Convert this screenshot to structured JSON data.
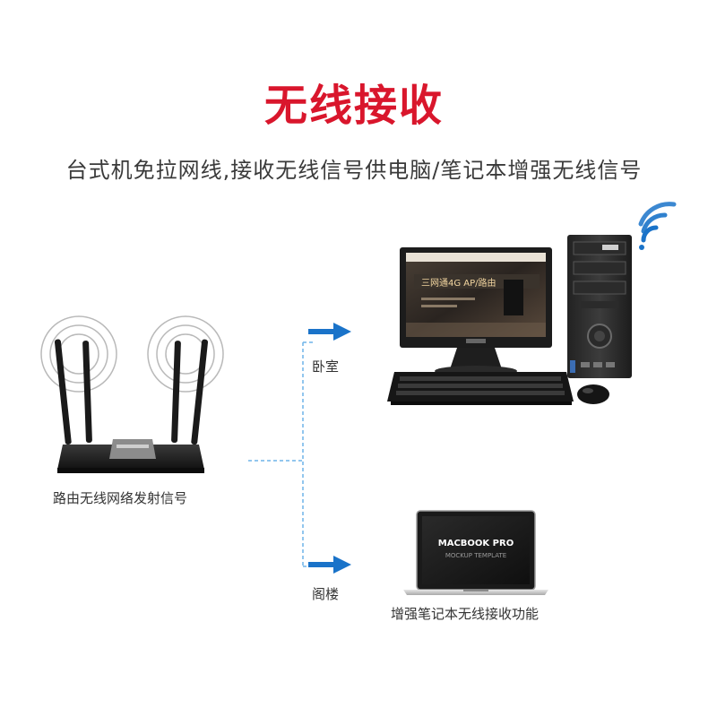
{
  "title": "无线接收",
  "subtitle": "台式机免拉网线,接收无线信号供电脑/笔记本增强无线信号",
  "router_caption": "路由无线网络发射信号",
  "branch_bedroom": "卧室",
  "branch_attic": "阁楼",
  "laptop_caption": "增强笔记本无线接收功能",
  "screen_text": {
    "monitor_banner": "三网通4G AP/路由",
    "laptop_brand": "MACBOOK PRO",
    "laptop_sub": "MOCKUP TEMPLATE"
  },
  "colors": {
    "title": "#d9162c",
    "arrow": "#1a73c9",
    "dashed_line": "#6fb4e8",
    "wifi": "#1a73c9"
  }
}
